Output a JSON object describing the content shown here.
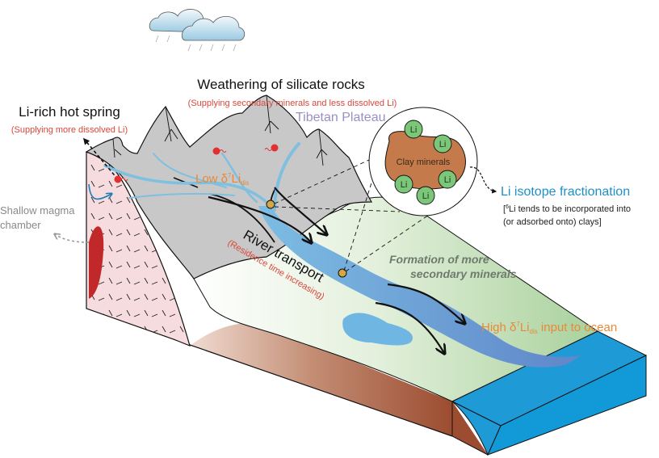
{
  "title_weathering": "Weathering of silicate rocks",
  "sub_weathering": "(Supplying secondary minerals and less dissolved Li)",
  "title_hotspring": "Li-rich hot spring",
  "sub_hotspring": "(Supplying more dissolved Li)",
  "label_plateau": "Tibetan Plateau",
  "label_low": {
    "prefix": "Low δ",
    "sup": "7",
    "main": "Li",
    "sub": "dis"
  },
  "label_magma": {
    "line1": "Shallow magma",
    "line2": "chamber"
  },
  "label_river": "River transport",
  "sub_river": "(Residence time increasing)",
  "label_formation": {
    "line1": "Formation of more",
    "line2": "secondary minerals"
  },
  "label_high": {
    "prefix": "High δ",
    "sup": "7",
    "main": "Li",
    "sub": "dis",
    "suffix": " input to ocean"
  },
  "inset": {
    "clay_label": "Clay minerals",
    "ions": [
      "Li",
      "Li",
      "Li",
      "Li",
      "Li"
    ]
  },
  "label_fractionation": "Li isotope fractionation",
  "note_fractionation": {
    "open": "[",
    "sup": "6",
    "line1_rest": "Li tends to be incorporated into",
    "line2": "(or adsorbed onto) clays]"
  },
  "icons": [
    "rain-cloud-icon",
    "rain-cloud-icon"
  ],
  "colors": {
    "mountain": "#c8c8c8",
    "rock_pink": "#f7dcdf",
    "magma": "#c0282a",
    "river": "#7fb6dc",
    "lowland_green": "#c9e3c0",
    "ocean": "#1a9ad6",
    "soil_brown": "#a1553a",
    "clay": "#c47a4a",
    "li_ion": "#7cc67a",
    "spring_dot": "#e0302f",
    "sample_dot": "#d4a644"
  }
}
